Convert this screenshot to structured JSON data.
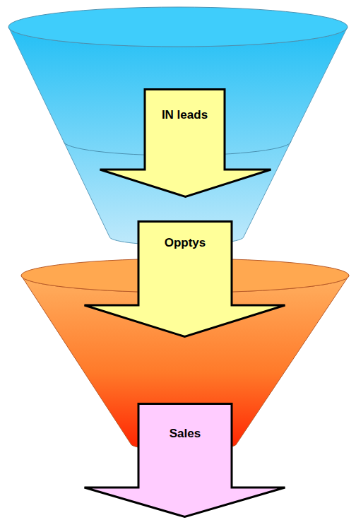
{
  "diagram": {
    "nodes": [
      {
        "text": [
          "IN leads"
        ]
      },
      {
        "text": [
          "Opptys"
        ]
      },
      {
        "text": [
          "Sales"
        ]
      }
    ]
  }
}
